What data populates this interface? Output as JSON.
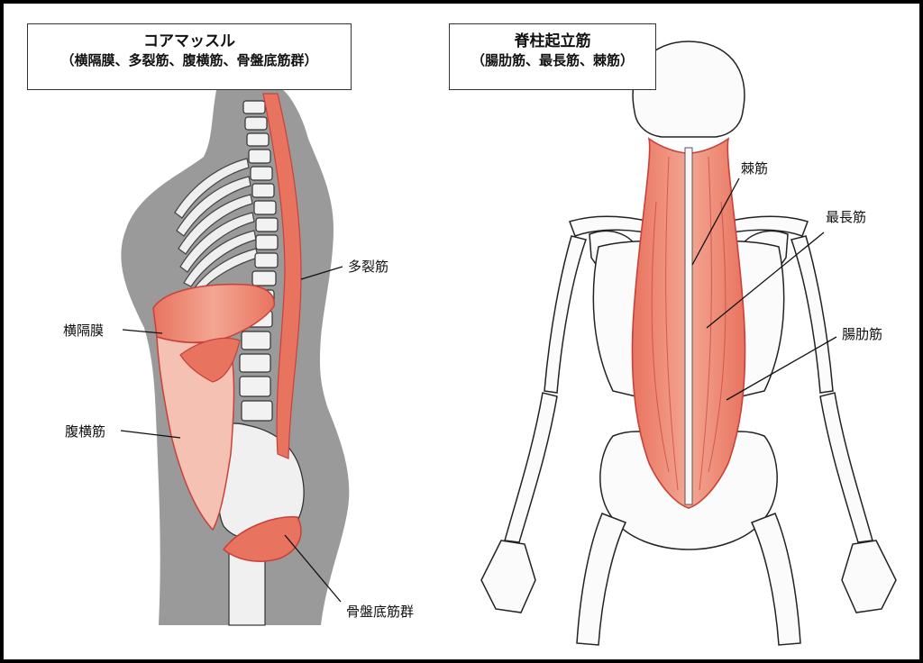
{
  "left_panel": {
    "title": "コアマッスル",
    "subtitle": "（横隔膜、多裂筋、腹横筋、骨盤底筋群）",
    "labels": {
      "diaphragm": "横隔膜",
      "multifidus": "多裂筋",
      "transversus": "腹横筋",
      "pelvic_floor": "骨盤底筋群"
    }
  },
  "right_panel": {
    "title": "脊柱起立筋",
    "subtitle": "（腸肋筋、最長筋、棘筋）",
    "labels": {
      "spinalis": "棘筋",
      "longissimus": "最長筋",
      "iliocostalis": "腸肋筋"
    }
  },
  "colors": {
    "muscle": "#e8735f",
    "muscle_light": "#f4b8a8",
    "muscle_edge": "#c8413a",
    "body_silhouette": "#9a9a9a",
    "bone": "#f2f2f2",
    "outline": "#222222"
  }
}
